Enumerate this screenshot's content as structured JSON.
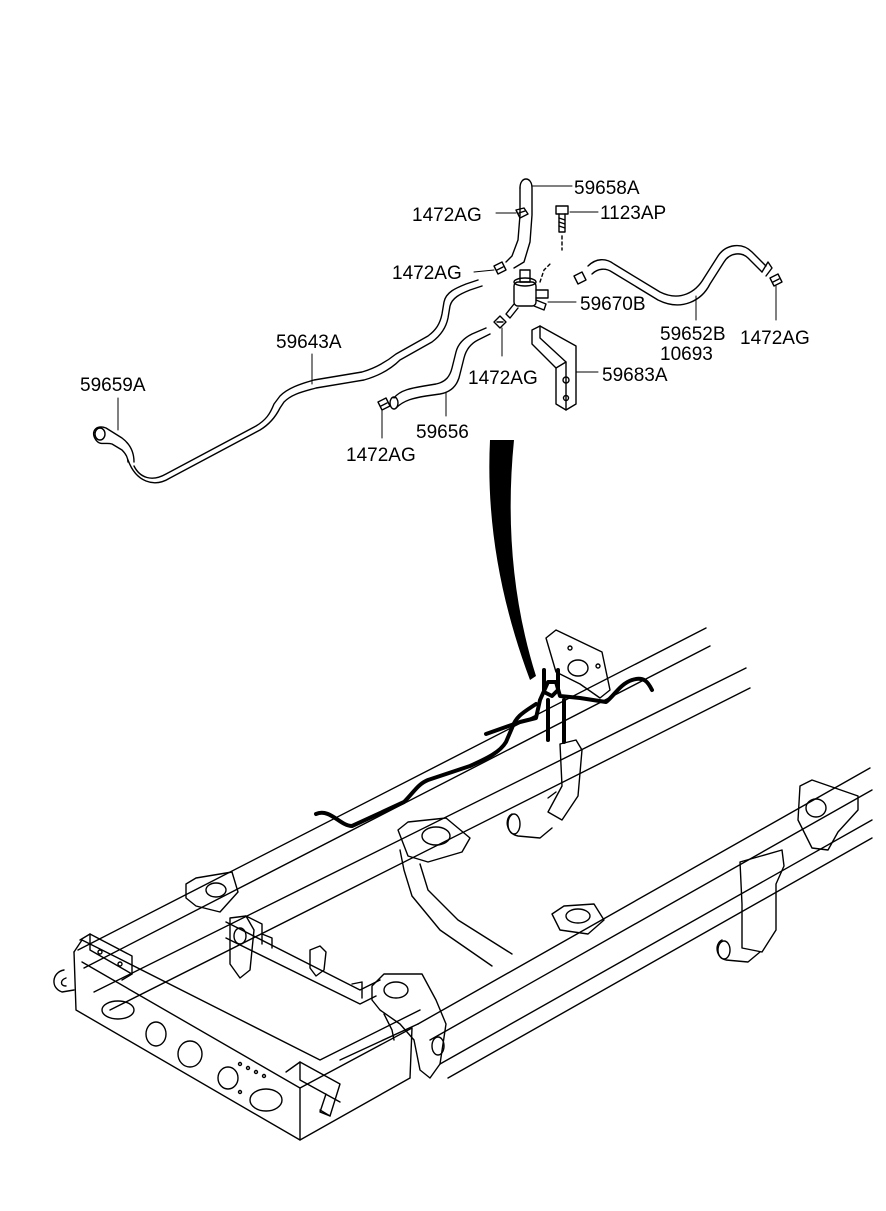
{
  "colors": {
    "ink": "#000000",
    "background": "#ffffff"
  },
  "labels": {
    "p59658A": "59658A",
    "p1472AG_top": "1472AG",
    "p1123AP": "1123AP",
    "p1472AG_mid": "1472AG",
    "p59670B": "59670B",
    "p59643A": "59643A",
    "p59652B": "59652B",
    "p10693": "10693",
    "p1472AG_right": "1472AG",
    "p59659A": "59659A",
    "p1472AG_lower": "1472AG",
    "p59683A": "59683A",
    "p59656": "59656",
    "p1472AG_bottom": "1472AG"
  }
}
